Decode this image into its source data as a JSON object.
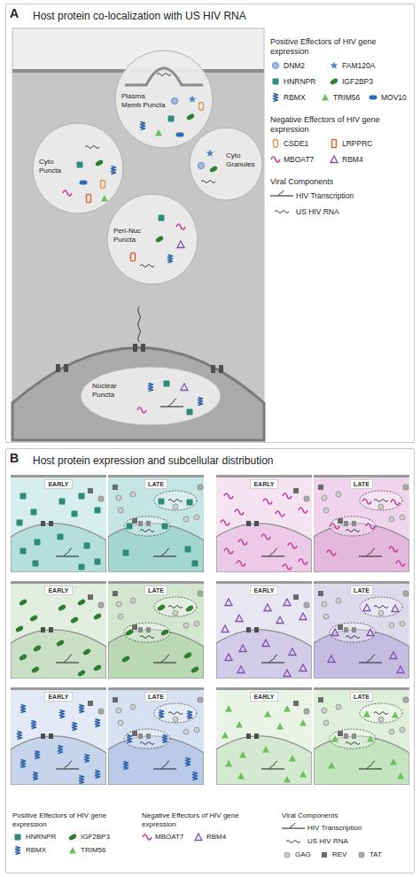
{
  "diagram": {
    "nodes": [
      {
        "text": [
          "Host protein co-localization with US HIV RNA"
        ]
      },
      {
        "text": [
          "Plasma Memb Puncta"
        ],
        "in": 0
      },
      {
        "text": [
          "Cyto Puncta"
        ],
        "in": 0
      },
      {
        "text": [
          "Cyto Granules"
        ],
        "in": 0
      },
      {
        "text": [
          "Peri-Nuc Puncta"
        ],
        "in": 0
      },
      {
        "text": [
          "Nuclear Puncta"
        ],
        "in": 0
      },
      {
        "text": [
          "Host protein expression and subcellular distribution"
        ]
      },
      {
        "text": [
          "EARLY"
        ],
        "in": 6
      },
      {
        "text": [
          "LATE"
        ],
        "in": 6
      },
      {
        "text": [
          "EARLY"
        ],
        "in": 6
      },
      {
        "text": [
          "LATE"
        ],
        "in": 6
      },
      {
        "text": [
          "EARLY"
        ],
        "in": 6
      },
      {
        "text": [
          "LATE"
        ],
        "in": 6
      },
      {
        "text": [
          "EARLY"
        ],
        "in": 6
      },
      {
        "text": [
          "LATE"
        ],
        "in": 6
      },
      {
        "text": [
          "EARLY"
        ],
        "in": 6
      },
      {
        "text": [
          "LATE"
        ],
        "in": 6
      },
      {
        "text": [
          "EARLY"
        ],
        "in": 6
      },
      {
        "text": [
          "LATE"
        ],
        "in": 6
      }
    ],
    "labels": [
      "A",
      "Positive Effectors of HIV gene expression",
      "Negative Effectors of HIV gene expression",
      "Viral Components",
      "B",
      "Positive Effectors of HIV gene expression",
      "Negative Effectors of HIV gene expression",
      "Viral Components"
    ],
    "legend": [
      {
        "text": "DNM2"
      },
      {
        "text": "FAM120A"
      },
      {
        "text": "HNRNPR"
      },
      {
        "text": "IGF2BP3"
      },
      {
        "text": "RBMX"
      },
      {
        "text": "TRIM56"
      },
      {
        "text": "MOV10"
      },
      {
        "text": "CSDE1"
      },
      {
        "text": "LRPPRC"
      },
      {
        "text": "MBOAT7"
      },
      {
        "text": "RBM4"
      },
      {
        "text": "HIV Transcription"
      },
      {
        "text": "US HIV RNA"
      },
      {
        "text": "HNRNPR"
      },
      {
        "text": "IGF2BP3"
      },
      {
        "text": "RBMX"
      },
      {
        "text": "TRIM56"
      },
      {
        "text": "MBOAT7"
      },
      {
        "text": "RBM4"
      },
      {
        "text": "HIV Transcription"
      },
      {
        "text": "US HIV RNA"
      },
      {
        "text": "GAG"
      },
      {
        "text": "REV"
      },
      {
        "text": "TAT"
      }
    ]
  }
}
